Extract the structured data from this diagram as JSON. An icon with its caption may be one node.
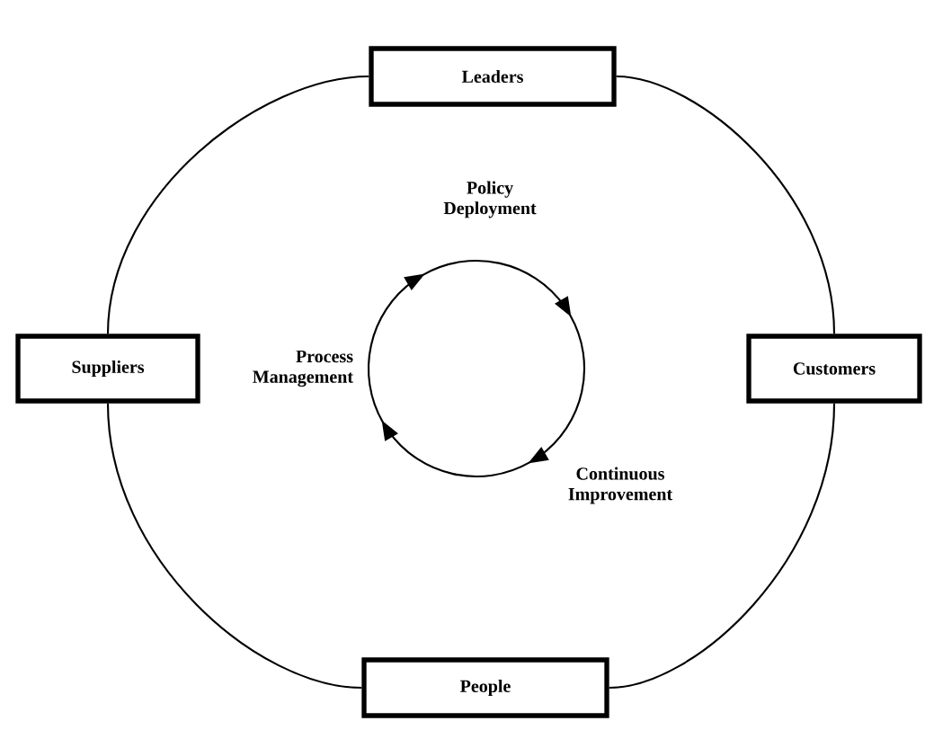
{
  "diagram": {
    "nodes": [
      {
        "text": [
          "Leaders"
        ]
      },
      {
        "text": [
          "Suppliers"
        ]
      },
      {
        "text": [
          "Customers"
        ]
      },
      {
        "text": [
          "People"
        ]
      }
    ],
    "edges": [
      {
        "from": 0,
        "to": 2,
        "arrow": "none"
      },
      {
        "from": 2,
        "to": 3,
        "arrow": "none"
      },
      {
        "from": 3,
        "to": 1,
        "arrow": "none"
      },
      {
        "from": 1,
        "to": 0,
        "arrow": "none"
      }
    ],
    "labels": [
      "Policy Deployment",
      "Process Management",
      "Continuous Improvement"
    ]
  }
}
